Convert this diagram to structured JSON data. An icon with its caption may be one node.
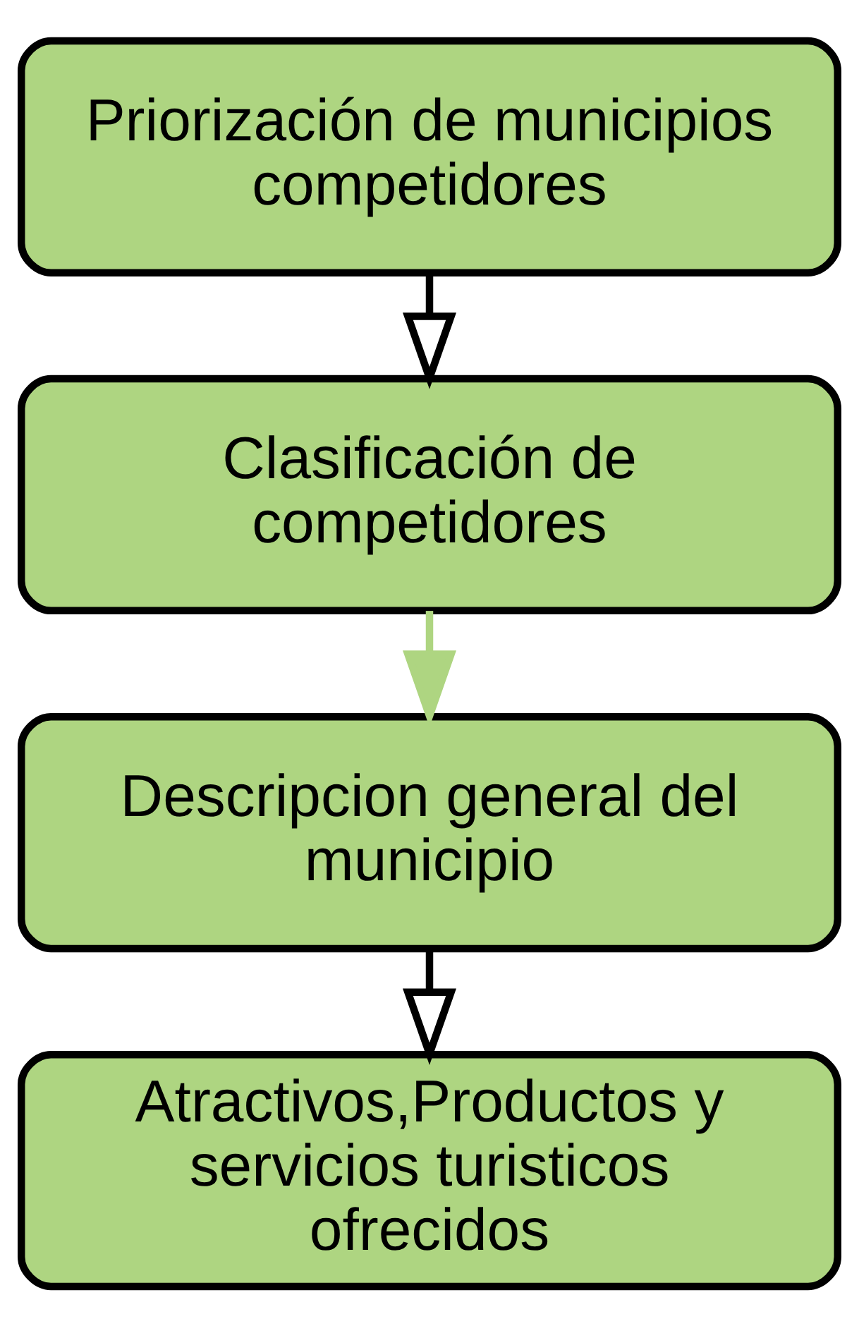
{
  "diagram": {
    "nodes": [
      {
        "text": [
          "Priorización de municipios competidores"
        ]
      },
      {
        "text": [
          "Clasificación de competidores"
        ]
      },
      {
        "text": [
          "Descripcion general del municipio"
        ]
      },
      {
        "text": [
          "Atractivos,Productos y servicios turisticos ofrecidos"
        ]
      }
    ],
    "edges": [
      {
        "from": 0,
        "to": 1,
        "arrow": "to"
      },
      {
        "from": 1,
        "to": 2,
        "arrow": "to",
        "color": "#aed581"
      },
      {
        "from": 2,
        "to": 3,
        "arrow": "to"
      }
    ]
  }
}
